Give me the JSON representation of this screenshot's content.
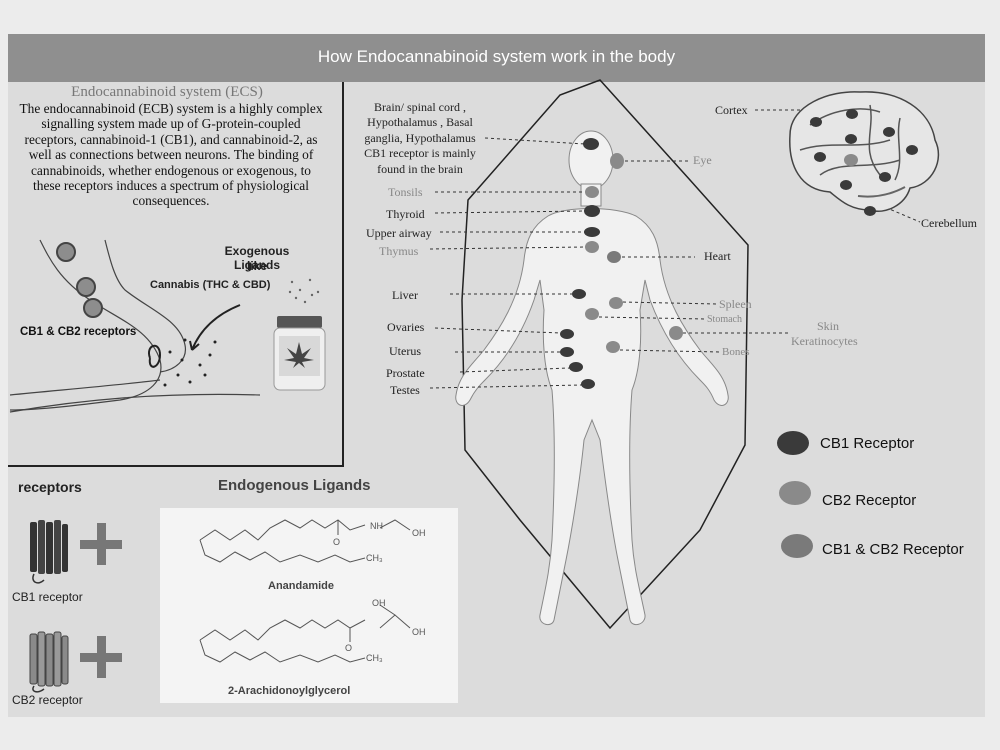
{
  "header": {
    "title": "How Endocannabinoid system work in the body"
  },
  "ecs_panel": {
    "title": "Endocannabinoid system (ECS)",
    "description": "The endocannabinoid (ECB) system is a highly complex signalling system made up of G-protein-coupled receptors, cannabinoid-1 (CB1), and cannabinoid-2, as well as connections between neurons. The binding of cannabinoids, whether endogenous or exogenous, to these receptors induces a spectrum of physiological consequences.",
    "exogenous_label_line1": "Exogenous Ligands",
    "exogenous_label_line2": "like",
    "cannabis_label": "Cannabis (THC & CBD)",
    "receptors_label": "CB1 & CB2 receptors"
  },
  "receptors_panel": {
    "title": "receptors",
    "cb1_label": "CB1 receptor",
    "cb2_label": "CB2 receptor"
  },
  "ligands_panel": {
    "title": "Endogenous Ligands",
    "anandamide": "Anandamide",
    "ag": "2-Arachidonoylglycerol",
    "atom_nh": "NH",
    "atom_oh": "OH",
    "atom_ch3": "CH₃",
    "atom_o": "O"
  },
  "body_labels": {
    "brain": [
      "Brain/ spinal cord ,",
      "Hypothalamus , Basal",
      "ganglia, Hypothalamus",
      "CB1 receptor is mainly",
      "found in the brain"
    ],
    "tonsils": "Tonsils",
    "thyroid": "Thyroid",
    "upper_airway": "Upper airway",
    "thymus": "Thymus",
    "liver": "Liver",
    "ovaries": "Ovaries",
    "uterus": "Uterus",
    "prostate": "Prostate",
    "testes": "Testes",
    "eye": "Eye",
    "heart": "Heart",
    "spleen": "Spleen",
    "stomach": "Stomach",
    "skin": "Skin",
    "keratinocytes": "Keratinocytes",
    "bones": "Bones",
    "cortex": "Cortex",
    "cerebellum": "Cerebellum"
  },
  "legend": {
    "cb1": {
      "label": "CB1 Receptor",
      "color": "#3a3a3a"
    },
    "cb2": {
      "label": "CB2 Receptor",
      "color": "#8a8a8a"
    },
    "both": {
      "label": "CB1 & CB2 Receptor",
      "color": "#7a7a7a"
    }
  }
}
